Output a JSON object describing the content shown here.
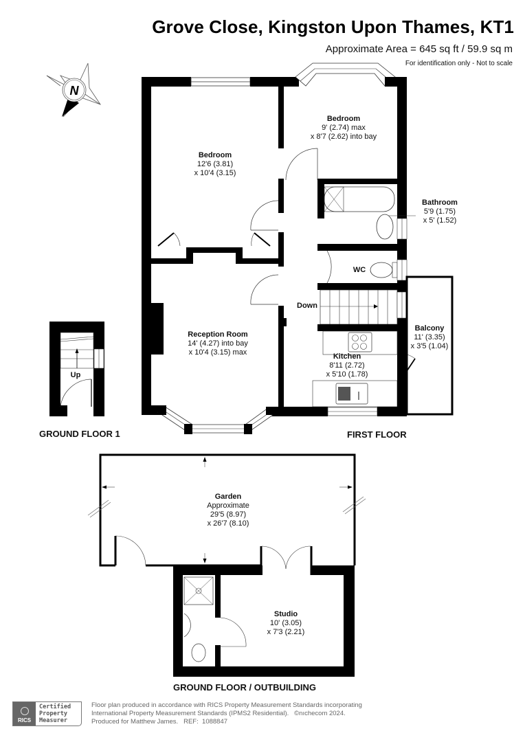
{
  "header": {
    "title": "Grove Close, Kingston Upon Thames, KT1",
    "area": "Approximate Area = 645 sq ft / 59.9 sq m",
    "disclaimer": "For identification only - Not to scale"
  },
  "compass": {
    "label": "N"
  },
  "floors": {
    "ground_floor_1": {
      "label": "GROUND FLOOR 1",
      "stairs_label": "Up"
    },
    "first_floor": {
      "label": "FIRST FLOOR",
      "stairs_label": "Down",
      "rooms": [
        {
          "name": "Bedroom",
          "dim1": "12'6 (3.81)",
          "dim2": "x 10'4 (3.15)"
        },
        {
          "name": "Bedroom",
          "dim1": "9' (2.74) max",
          "dim2": "x 8'7 (2.62) into bay"
        },
        {
          "name": "Bathroom",
          "dim1": "5'9 (1.75)",
          "dim2": "x 5' (1.52)"
        },
        {
          "name": "WC"
        },
        {
          "name": "Reception Room",
          "dim1": "14' (4.27) into bay",
          "dim2": "x 10'4 (3.15) max"
        },
        {
          "name": "Kitchen",
          "dim1": "8'11 (2.72)",
          "dim2": "x 5'10 (1.78)"
        },
        {
          "name": "Balcony",
          "dim1": "11' (3.35)",
          "dim2": "x 3'5 (1.04)"
        }
      ]
    },
    "ground_floor_outbuilding": {
      "label": "GROUND FLOOR / OUTBUILDING",
      "rooms": [
        {
          "name": "Garden",
          "dim0": "Approximate",
          "dim1": "29'5 (8.97)",
          "dim2": "x 26'7 (8.10)"
        },
        {
          "name": "Studio",
          "dim1": "10' (3.05)",
          "dim2": "x 7'3 (2.21)"
        }
      ]
    }
  },
  "footer": {
    "badge_org": "RICS",
    "badge_line1": "Certified",
    "badge_line2": "Property",
    "badge_line3": "Measurer",
    "line1": "Floor plan produced in accordance with RICS Property Measurement Standards incorporating",
    "line2": "International Property Measurement Standards (IPMS2 Residential).   ©nıchecom 2024.",
    "line3": "Produced for Matthew James.   REF:  1088847"
  },
  "colors": {
    "wall": "#000000",
    "line": "#333333",
    "footer_text": "#666666",
    "badge": "#666666"
  }
}
